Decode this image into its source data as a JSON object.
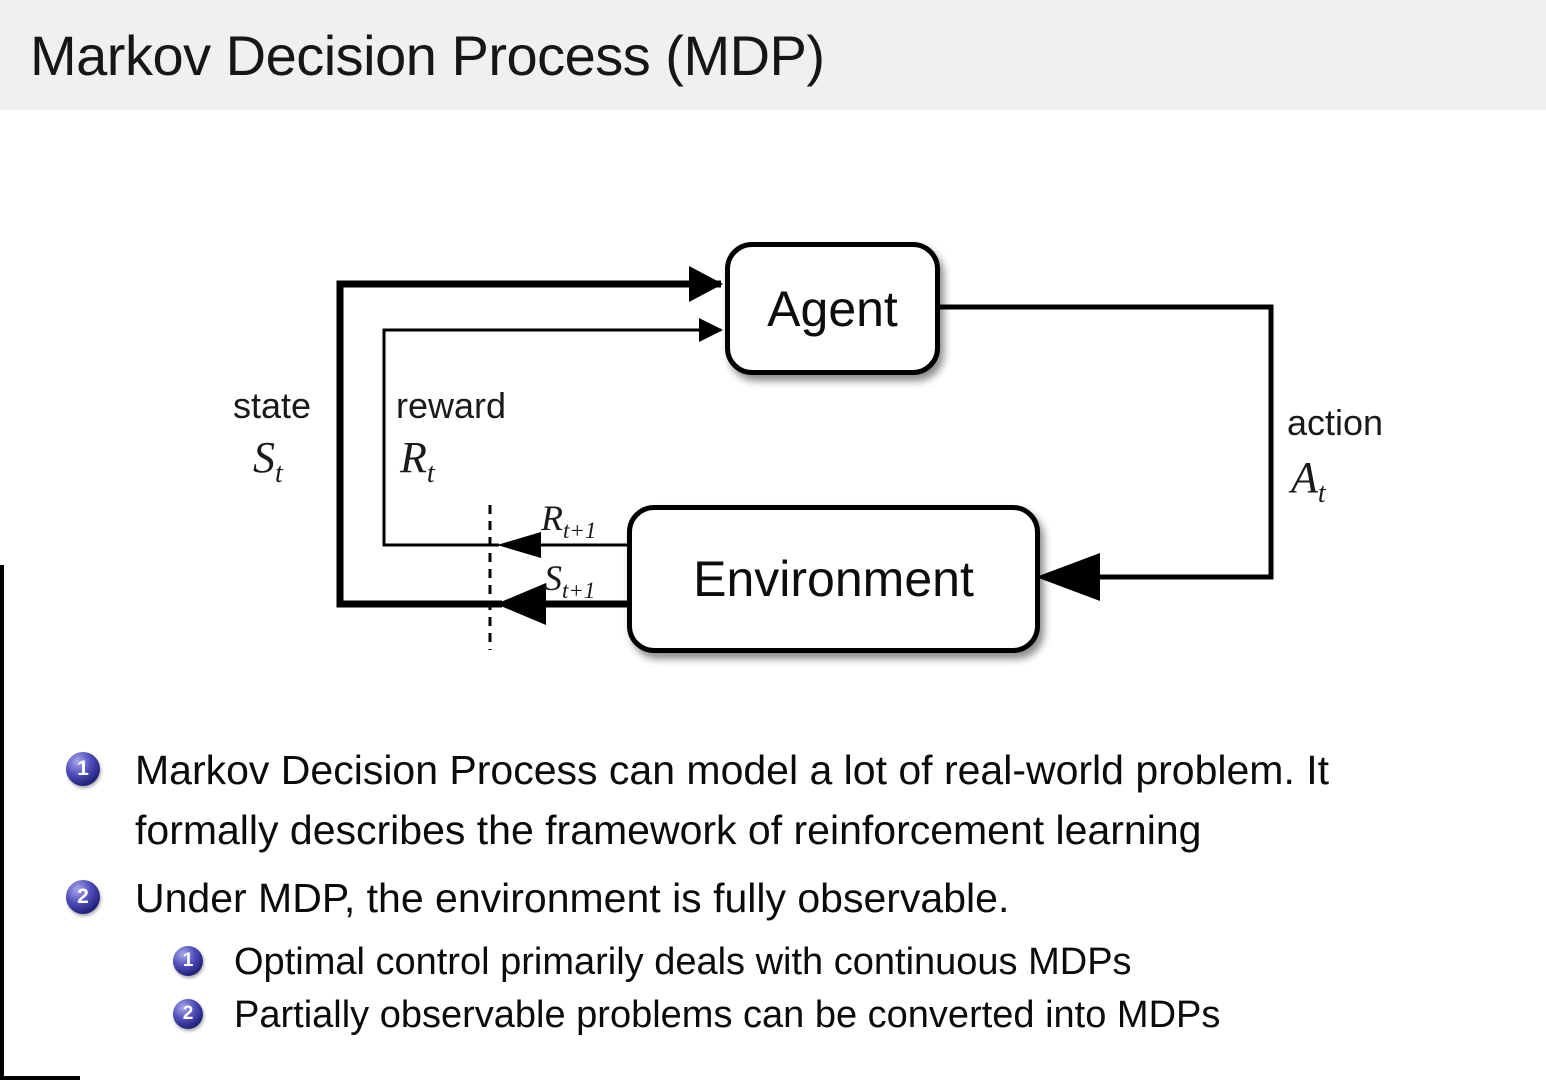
{
  "slide": {
    "title": "Markov Decision Process (MDP)"
  },
  "diagram": {
    "agent_label": "Agent",
    "environment_label": "Environment",
    "state_label": "state",
    "reward_label": "reward",
    "action_label": "action",
    "state_symbol": {
      "main": "S",
      "sub": "t"
    },
    "reward_symbol": {
      "main": "R",
      "sub": "t"
    },
    "action_symbol": {
      "main": "A",
      "sub": "t"
    },
    "next_reward_symbol": {
      "main": "R",
      "sub": "t+1"
    },
    "next_state_symbol": {
      "main": "S",
      "sub": "t+1"
    }
  },
  "bullets": [
    {
      "number": "1",
      "lines": [
        "Markov Decision Process can model a lot of real-world problem. It",
        "formally describes the framework of reinforcement learning"
      ]
    },
    {
      "number": "2",
      "lines": [
        "Under MDP, the environment is fully observable."
      ],
      "sub": [
        {
          "number": "1",
          "lines": [
            "Optimal control primarily deals with continuous MDPs"
          ]
        },
        {
          "number": "2",
          "lines": [
            "Partially observable problems can be converted into MDPs"
          ]
        }
      ]
    }
  ],
  "colors": {
    "header_bg": "#f0f0f0",
    "badge_blue": "#2a2a85",
    "line_black": "#000000"
  }
}
